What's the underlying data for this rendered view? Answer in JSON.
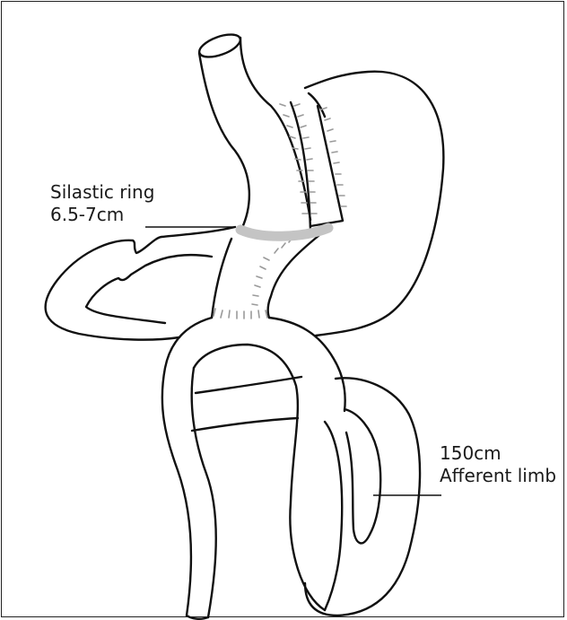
{
  "labels": {
    "ring": {
      "line1": "Silastic ring",
      "line2": "6.5-7cm"
    },
    "limb": {
      "line1": "150cm",
      "line2": "Afferent limb"
    }
  },
  "colors": {
    "outline": "#111111",
    "ring": "#c4c4c4",
    "staples": "#9a9a9a",
    "border": "#222222"
  }
}
